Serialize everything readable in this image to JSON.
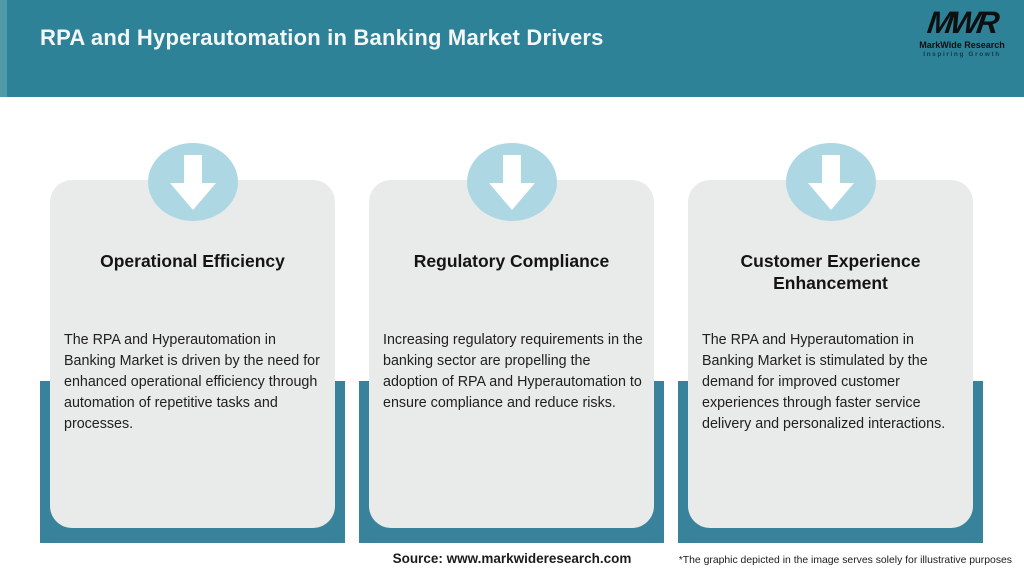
{
  "header": {
    "title": "RPA and Hyperautomation in Banking Market Drivers",
    "bg_color": "#2e8297",
    "accent_color": "#4f9aa6",
    "logo": {
      "acronym": "MWR",
      "name": "MarkWide Research",
      "tagline": "Inspiring Growth"
    }
  },
  "cards": [
    {
      "title": "Operational Efficiency",
      "body": "The RPA and Hyperautomation in Banking Market is driven by the need for enhanced operational efficiency through automation of repetitive tasks and processes."
    },
    {
      "title": "Regulatory Compliance",
      "body": "Increasing regulatory requirements in the banking sector are propelling the adoption of RPA and Hyperautomation to ensure compliance and reduce risks."
    },
    {
      "title": "Customer Experience Enhancement",
      "body": "The RPA and Hyperautomation in Banking Market is stimulated by the demand for improved customer experiences through faster service delivery and personalized interactions."
    }
  ],
  "footer": {
    "source": "Source: www.markwideresearch.com",
    "disclaimer": "*The graphic depicted in the image serves solely for illustrative purposes"
  },
  "colors": {
    "header_teal": "#2e8297",
    "backdrop_teal": "#38839b",
    "circle_blue": "#aed7e4",
    "card_gray": "#e9ebeb"
  }
}
